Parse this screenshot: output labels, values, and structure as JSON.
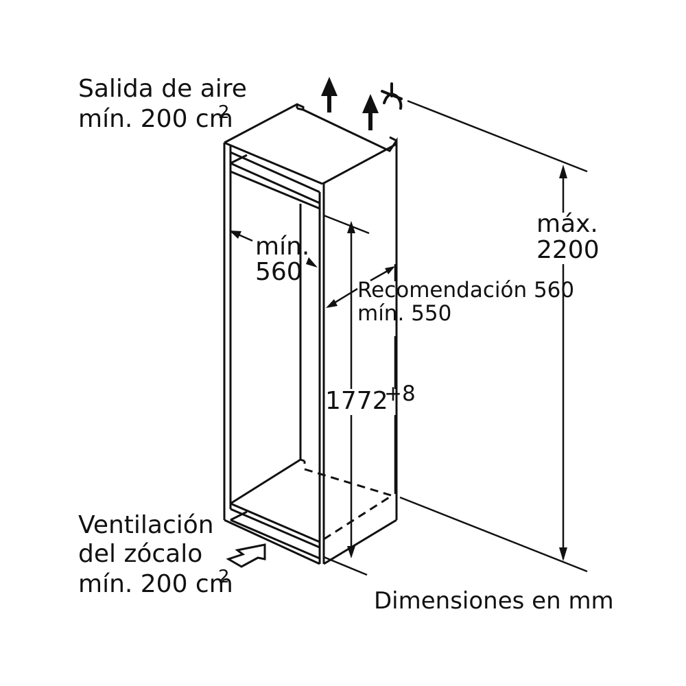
{
  "diagram": {
    "type": "built-in refrigerator niche installation dimensions",
    "stroke_color": "#111111",
    "background": "#ffffff"
  },
  "labels": {
    "air_outlet": {
      "line1": "Salida de aire",
      "line2": "mín. 200 cm",
      "superscript": "2"
    },
    "niche_width": {
      "line1": "mín.",
      "line2": "560"
    },
    "niche_depth": {
      "line1": "Recomendación 560",
      "line2": "mín. 550"
    },
    "niche_height": {
      "value": "1772",
      "tolerance": "+8"
    },
    "max_height": {
      "line1": "máx.",
      "line2": "2200"
    },
    "plinth_ventilation": {
      "line1": "Ventilación",
      "line2": "del zócalo",
      "line3": "mín. 200 cm",
      "superscript": "2"
    },
    "units_note": "Dimensiones en mm"
  },
  "icons": {
    "air_outlet_arrows": "up-arrow-icon",
    "plinth_inlet_arrow": "hollow-arrow-icon",
    "break_symbol": "dimension-break-icon"
  }
}
